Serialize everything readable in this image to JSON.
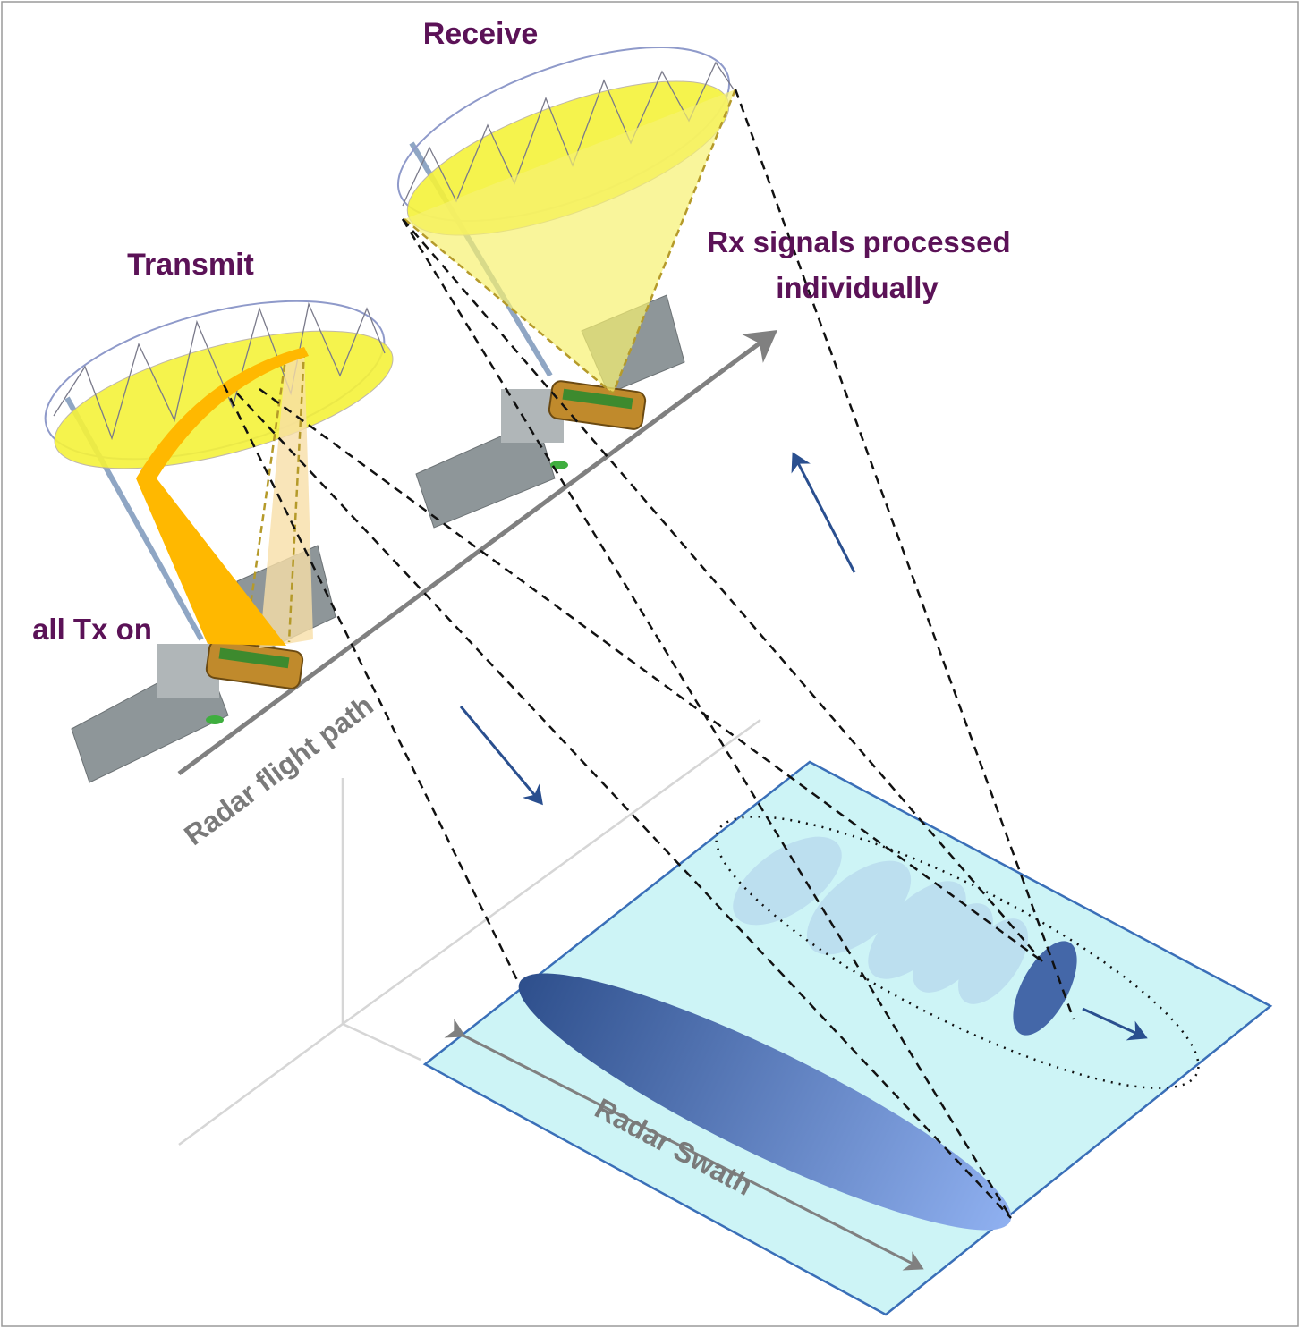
{
  "labels": {
    "receive": "Receive",
    "transmit": "Transmit",
    "rx_line1": "Rx signals processed",
    "rx_line2": "individually",
    "all_tx": "all Tx on",
    "flight_path": "Radar flight path",
    "swath": "Radar Swath"
  },
  "colors": {
    "label": "#5b1257",
    "reflector": "#f2f23a",
    "beam": "#ffb800",
    "ground": "#cdf4f6",
    "ground_border": "#3a6fb8",
    "footprint": "#4a6fb0",
    "arrow_blue": "#2a4f8f",
    "path_gray": "#808080"
  }
}
